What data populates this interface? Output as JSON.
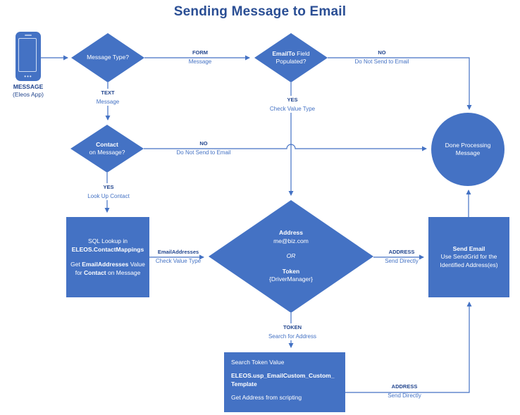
{
  "title": "Sending Message to Email",
  "colors": {
    "shape_fill": "#4472C4",
    "line": "#4472C4",
    "label_bold": "#24478f",
    "label_regular": "#4472C4",
    "title": "#2a4e94",
    "node_text": "#ffffff"
  },
  "nodes": {
    "phone": {
      "name": "MESSAGE",
      "sub": "(Eleos App)",
      "icon": "smartphone-icon"
    },
    "message_type": {
      "label": "Message Type?"
    },
    "emailto": {
      "bold": "EmailTo",
      "rest": " Field",
      "line2": "Populated?"
    },
    "contact": {
      "bold": "Contact",
      "line2": "on Message?"
    },
    "sql_lookup": {
      "line1": "SQL Lookup in",
      "line2": "ELEOS.ContactMappings",
      "line3a": "Get ",
      "line3b": "EmailAddresses",
      "line3c": " Value",
      "line4a": "for ",
      "line4b": "Contact",
      "line4c": " on Message"
    },
    "address_token": {
      "bold1": "Address",
      "line2": "me@biz.com",
      "or": "OR",
      "bold2": "Token",
      "line5": "{DriverManager}"
    },
    "send_email": {
      "bold": "Send Email",
      "line2": "Use SendGrid for the",
      "line3": "Identified Address(es)"
    },
    "done": {
      "line1": "Done Processing",
      "line2": "Message"
    },
    "search_token": {
      "line1": "Search Token Value",
      "bold1": "ELEOS.usp_EmailCustom_Custom_",
      "bold2": "Template",
      "line3": "Get Address from scripting"
    }
  },
  "edge_labels": {
    "form": {
      "top": "FORM",
      "bottom": "Message"
    },
    "text": {
      "top": "TEXT",
      "bottom": "Message"
    },
    "no_top": {
      "top": "NO",
      "bottom": "Do Not Send to Email"
    },
    "yes_check": {
      "top": "YES",
      "bottom": "Check Value Type"
    },
    "no_contact": {
      "top": "NO",
      "bottom": "Do Not Send to Email"
    },
    "yes_lookup": {
      "top": "YES",
      "bottom": "Look Up Contact"
    },
    "email_addresses": {
      "top": "EmailAddresses",
      "bottom": "Check Value Type"
    },
    "address_mid": {
      "top": "ADDRESS",
      "bottom": "Send Directly"
    },
    "token": {
      "top": "TOKEN",
      "bottom": "Search for Address"
    },
    "address_bottom": {
      "top": "ADDRESS",
      "bottom": "Send Directly"
    }
  }
}
